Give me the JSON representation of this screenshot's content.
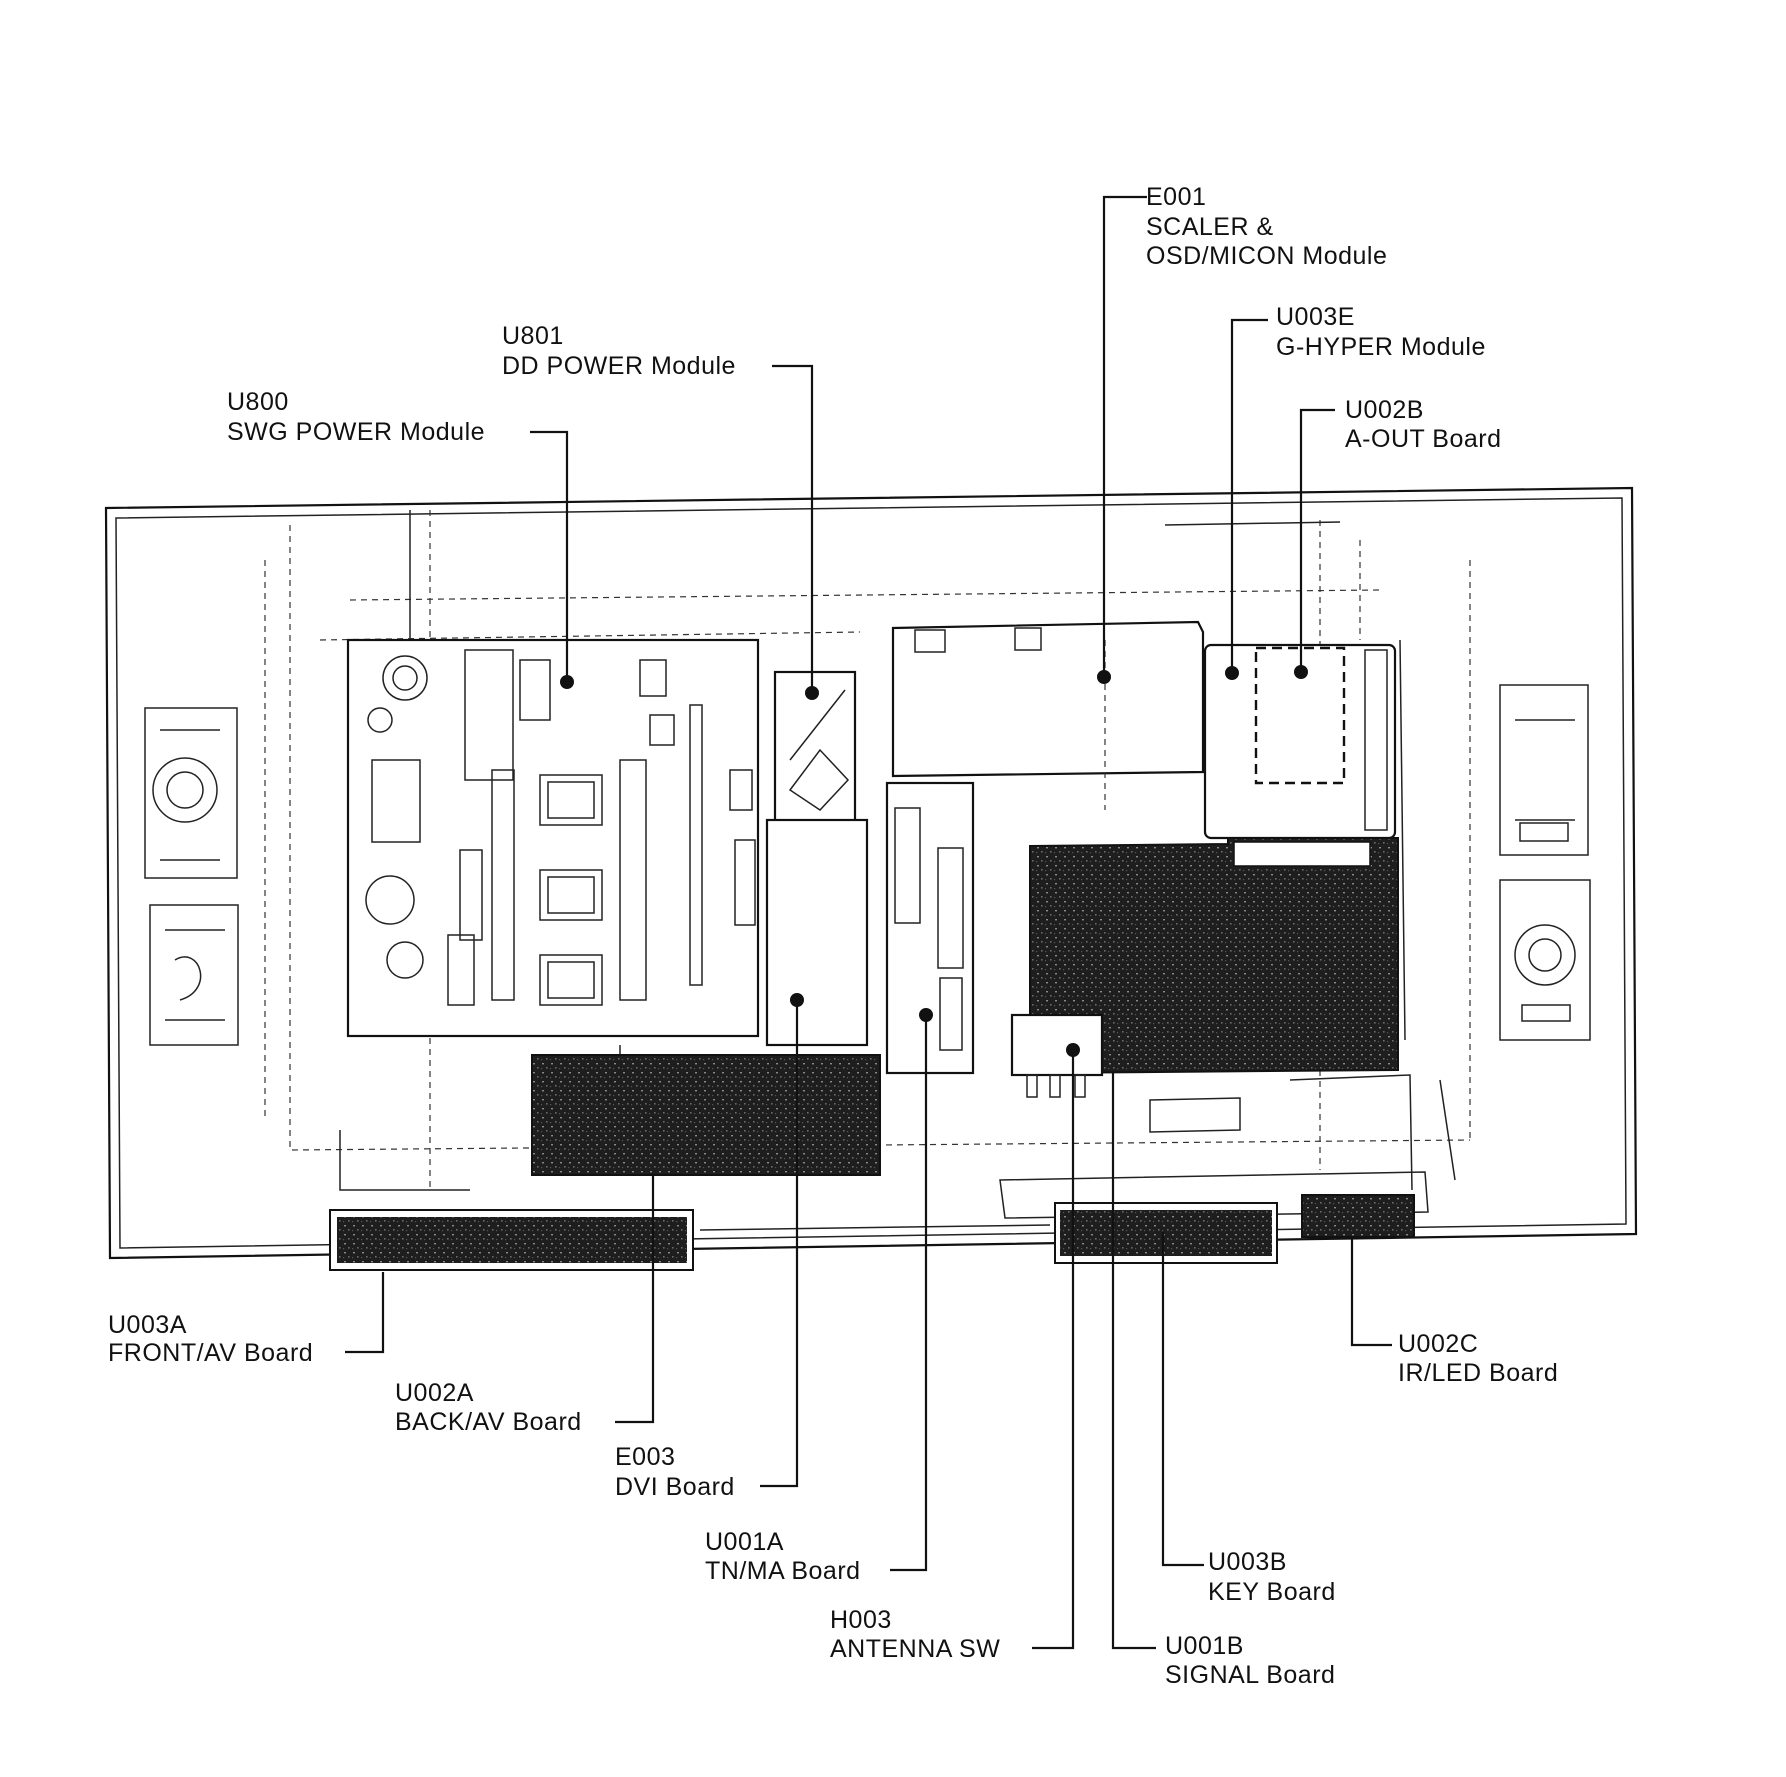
{
  "labels": {
    "u800": {
      "code": "U800",
      "name": "SWG POWER Module"
    },
    "u801": {
      "code": "U801",
      "name": "DD POWER Module"
    },
    "e001": {
      "code": "E001",
      "line2": "SCALER &",
      "line3": "OSD/MICON Module"
    },
    "u003e": {
      "code": "U003E",
      "name": "G-HYPER Module"
    },
    "u002b": {
      "code": "U002B",
      "name": "A-OUT Board"
    },
    "u003a": {
      "code": "U003A",
      "name": "FRONT/AV Board"
    },
    "u002a": {
      "code": "U002A",
      "name": "BACK/AV Board"
    },
    "e003": {
      "code": "E003",
      "name": "DVI Board"
    },
    "u001a": {
      "code": "U001A",
      "name": "TN/MA Board"
    },
    "h003": {
      "code": "H003",
      "name": "ANTENNA SW"
    },
    "u001b": {
      "code": "U001B",
      "name": "SIGNAL Board"
    },
    "u003b": {
      "code": "U003B",
      "name": "KEY Board"
    },
    "u002c": {
      "code": "U002C",
      "name": "IR/LED Board"
    }
  }
}
